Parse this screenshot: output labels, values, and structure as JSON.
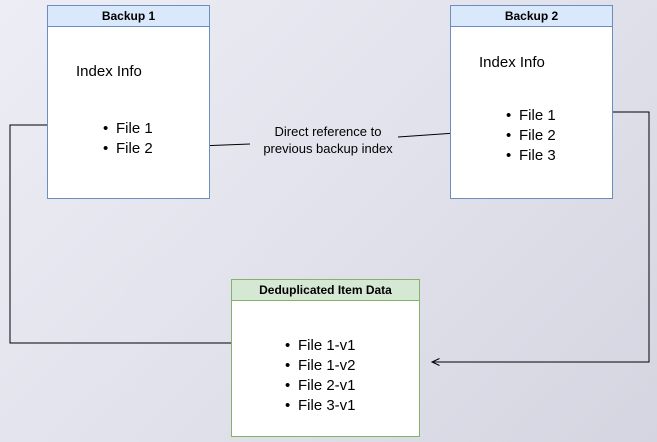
{
  "colors": {
    "blue-fill": "#dae8fc",
    "blue-border": "#6c8ebf",
    "green-fill": "#d5e8d4",
    "green-border": "#82b366"
  },
  "backup1": {
    "title": "Backup 1",
    "subtitle": "Index Info",
    "files": [
      "File 1",
      "File 2"
    ]
  },
  "backup2": {
    "title": "Backup 2",
    "subtitle": "Index Info",
    "files": [
      "File 1",
      "File 2",
      "File 3"
    ]
  },
  "dedup": {
    "title": "Deduplicated Item Data",
    "files": [
      "File 1-v1",
      "File 1-v2",
      "File 2-v1",
      "File 3-v1"
    ]
  },
  "annotation": {
    "line1": "Direct reference to",
    "line2": "previous backup index"
  }
}
